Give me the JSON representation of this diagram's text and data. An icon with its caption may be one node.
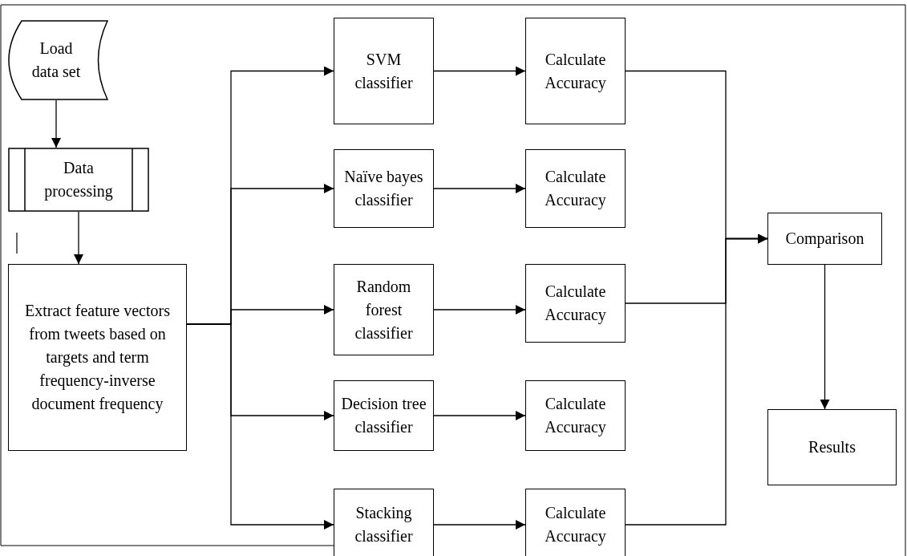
{
  "diagram": {
    "nodes": [
      {
        "text": [
          "Load data set"
        ]
      },
      {
        "text": [
          "Data processing"
        ]
      },
      {
        "text": [
          "Extract feature vectors from tweets based on targets and term frequency-inverse document frequency"
        ]
      },
      {
        "text": [
          "SVM classifier"
        ]
      },
      {
        "text": [
          "Calculate Accuracy"
        ]
      },
      {
        "text": [
          "Naïve bayes classifier"
        ]
      },
      {
        "text": [
          "Calculate Accuracy"
        ]
      },
      {
        "text": [
          "Random forest classifier"
        ]
      },
      {
        "text": [
          "Calculate Accuracy"
        ]
      },
      {
        "text": [
          "Decision tree classifier"
        ]
      },
      {
        "text": [
          "Calculate Accuracy"
        ]
      },
      {
        "text": [
          "Stacking classifier"
        ]
      },
      {
        "text": [
          "Calculate Accuracy"
        ]
      },
      {
        "text": [
          "Comparison"
        ]
      },
      {
        "text": [
          "Results"
        ]
      }
    ],
    "edges": [
      {
        "from": 0,
        "to": 1,
        "arrow": "to"
      },
      {
        "from": 1,
        "to": 2,
        "arrow": "to"
      },
      {
        "from": 2,
        "to": 3,
        "arrow": "to"
      },
      {
        "from": 2,
        "to": 5,
        "arrow": "to"
      },
      {
        "from": 2,
        "to": 7,
        "arrow": "to"
      },
      {
        "from": 2,
        "to": 9,
        "arrow": "to"
      },
      {
        "from": 2,
        "to": 11,
        "arrow": "to"
      },
      {
        "from": 3,
        "to": 4,
        "arrow": "to"
      },
      {
        "from": 5,
        "to": 6,
        "arrow": "to"
      },
      {
        "from": 7,
        "to": 8,
        "arrow": "to"
      },
      {
        "from": 9,
        "to": 10,
        "arrow": "to"
      },
      {
        "from": 11,
        "to": 12,
        "arrow": "to"
      },
      {
        "from": 4,
        "to": 13,
        "arrow": "to"
      },
      {
        "from": 8,
        "to": 13,
        "arrow": "to"
      },
      {
        "from": 12,
        "to": 13,
        "arrow": "to"
      },
      {
        "from": 13,
        "to": 14,
        "arrow": "to"
      }
    ]
  }
}
